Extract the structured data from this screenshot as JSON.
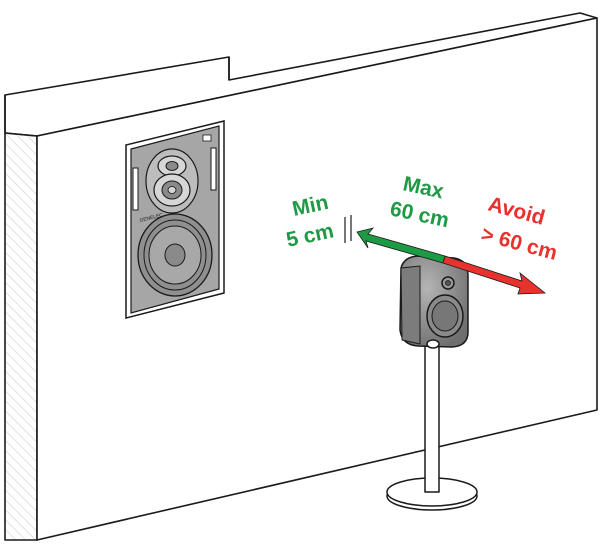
{
  "labels": {
    "min_line1": "Min",
    "min_line2": "5 cm",
    "max_line1": "Max",
    "max_line2": "60 cm",
    "avoid_line1": "Avoid",
    "avoid_line2": "> 60 cm",
    "brand": "GENELEC"
  },
  "colors": {
    "min_max_green": "#1e9a45",
    "avoid_red": "#e8322e",
    "outline": "#1a1a1a",
    "speaker_gray": "#8a8a8a",
    "panel_gray": "#a6a6a6"
  },
  "icons": [
    "wall-icon",
    "in-wall-speaker-icon",
    "stand-speaker-icon"
  ]
}
